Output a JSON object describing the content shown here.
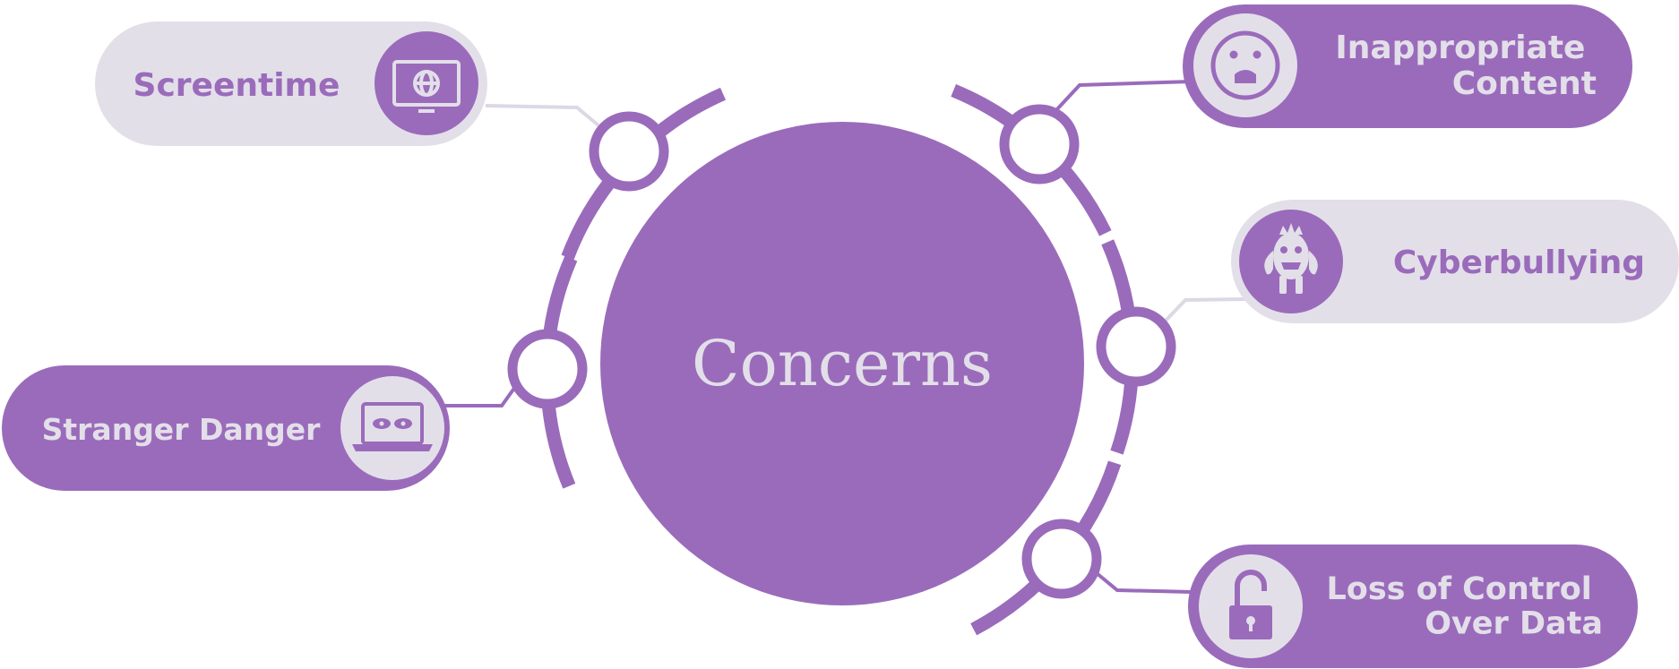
{
  "colors": {
    "purple": "#9a6bbb",
    "lavender": "#e3dfe9",
    "white": "#ffffff",
    "connector_light": "#dcd8e4"
  },
  "center": {
    "title": "Concerns"
  },
  "items": [
    {
      "label_lines": [
        "Screentime"
      ],
      "icon": "laptop-globe-icon",
      "style": "light"
    },
    {
      "label_lines": [
        "Stranger Danger"
      ],
      "icon": "laptop-spy-eyes-icon",
      "style": "dark"
    },
    {
      "label_lines": [
        "Inappropriate",
        "Content"
      ],
      "icon": "shocked-face-icon",
      "style": "dark"
    },
    {
      "label_lines": [
        "Cyberbullying"
      ],
      "icon": "monster-icon",
      "style": "light"
    },
    {
      "label_lines": [
        "Loss of Control",
        "Over Data"
      ],
      "icon": "unlocked-padlock-icon",
      "style": "dark"
    }
  ]
}
